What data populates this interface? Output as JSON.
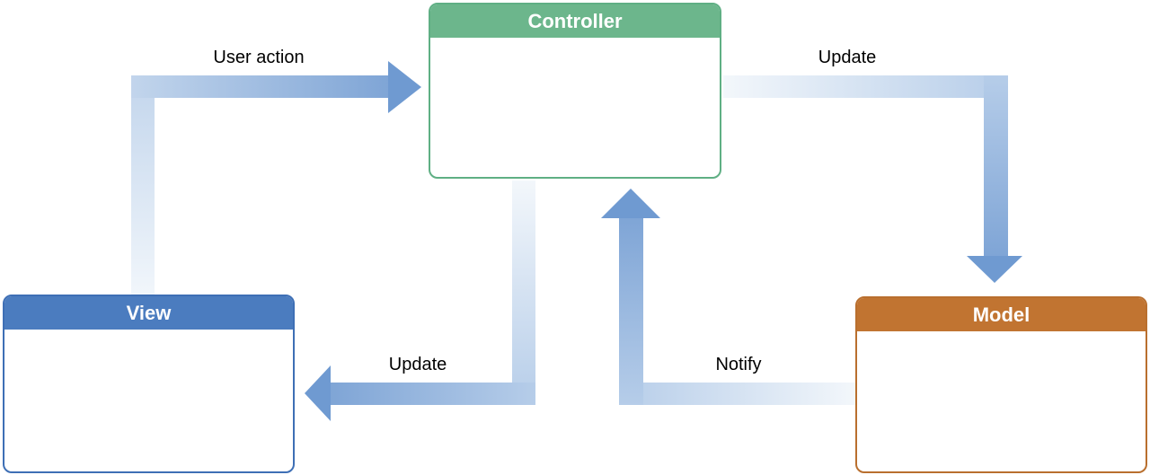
{
  "diagram": {
    "boxes": [
      {
        "label": "Controller",
        "header_color": "#6CB68C"
      },
      {
        "label": "View",
        "header_color": "#4B7CBF"
      },
      {
        "label": "Model",
        "header_color": "#C17431"
      }
    ],
    "arrows": [
      {
        "label": "User action",
        "from": "View",
        "to": "Controller"
      },
      {
        "label": "Update",
        "from": "Controller",
        "to": "Model"
      },
      {
        "label": "Update",
        "from": "Controller",
        "to": "View"
      },
      {
        "label": "Notify",
        "from": "Model",
        "to": "Controller"
      }
    ],
    "arrow_colors": {
      "tail_light": "#F3F7FB",
      "head_dark": "#6F9AD1"
    },
    "label_color": "#000000",
    "background": "#FFFFFF"
  }
}
